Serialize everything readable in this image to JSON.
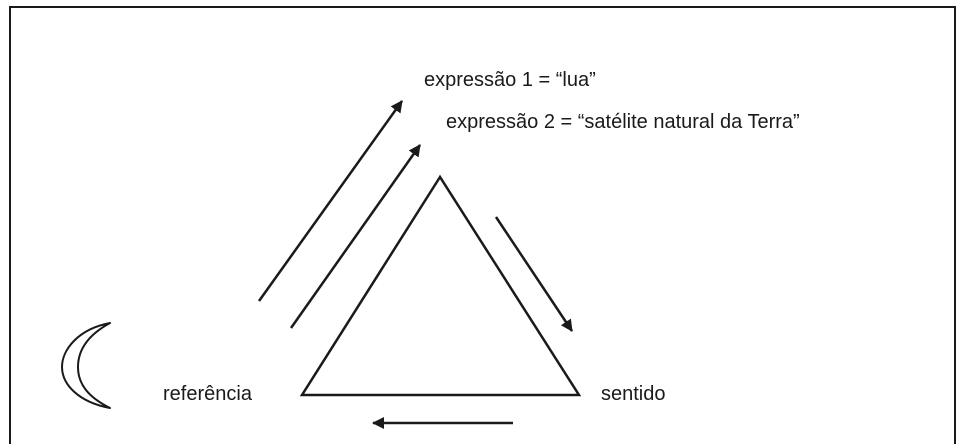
{
  "expressions": {
    "expression_1": "expressão 1 =  “lua”",
    "expression_2": "expressão 2 = “satélite natural da Terra”"
  },
  "vertices": {
    "reference_label": "referência",
    "sense_label": "sentido"
  },
  "icons": {
    "moon": "crescent-moon-icon"
  },
  "colors": {
    "ink": "#1a1a1a",
    "background": "#ffffff"
  }
}
